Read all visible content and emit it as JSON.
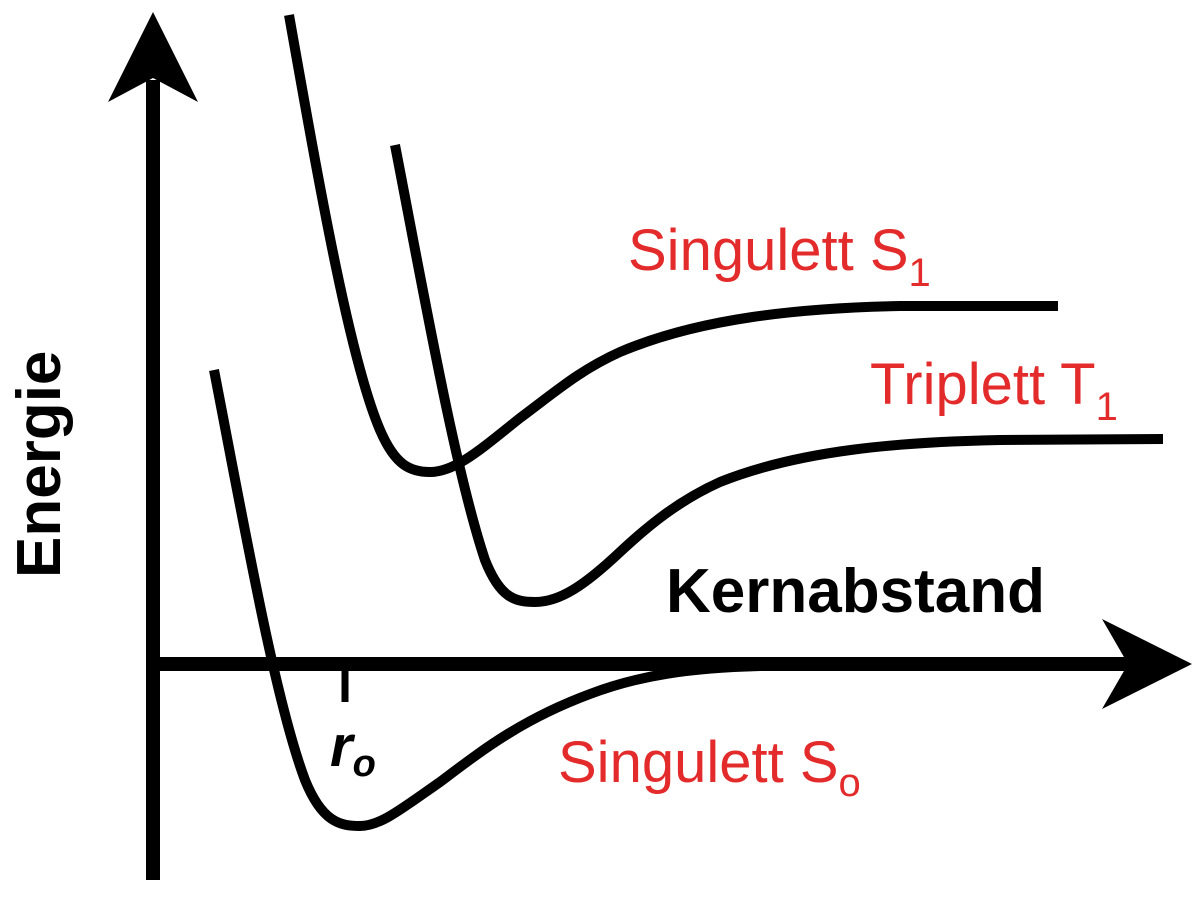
{
  "axes": {
    "y_label": "Energie",
    "x_label": "Kernabstand"
  },
  "tick": {
    "label_main": "r",
    "label_sub": "o"
  },
  "curves": {
    "s1": {
      "label_main": "Singulett S",
      "label_sub": "1"
    },
    "t1": {
      "label_main": "Triplett T",
      "label_sub": "1"
    },
    "s0": {
      "label_main": "Singulett S",
      "label_sub": "o"
    }
  },
  "colors": {
    "curve_label": "#e32b2b",
    "axis": "#000000"
  }
}
